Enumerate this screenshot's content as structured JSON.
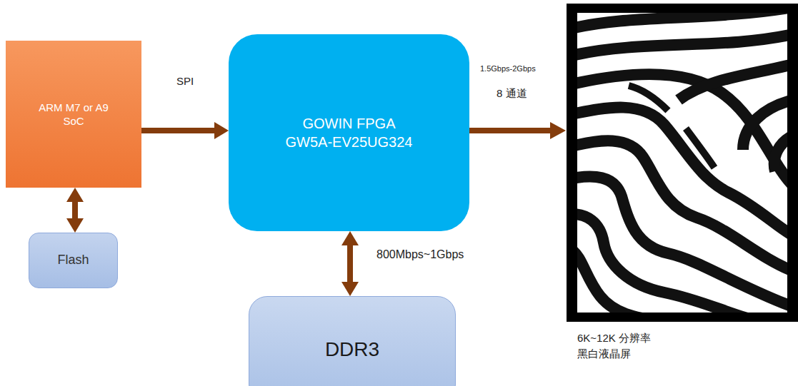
{
  "diagram": {
    "nodes": [
      {
        "text": [
          "ARM M7 or A9",
          "SoC"
        ]
      },
      {
        "text": [
          "GOWIN FPGA",
          "GW5A-EV25UG324"
        ]
      },
      {
        "text": [
          "Flash"
        ]
      },
      {
        "text": [
          "DDR3"
        ]
      }
    ],
    "edges": [
      {
        "from": 0,
        "to": 1,
        "arrow": "to",
        "label": "SPI"
      },
      {
        "from": 0,
        "to": 2,
        "arrow": "both"
      },
      {
        "from": 1,
        "to": 3,
        "arrow": "both",
        "label": "800Mbps~1Gbps"
      }
    ],
    "labels": [
      "1.5Gbps-2Gbps",
      "8 通道",
      "6K~12K 分辨率",
      "黑白液晶屏"
    ]
  }
}
